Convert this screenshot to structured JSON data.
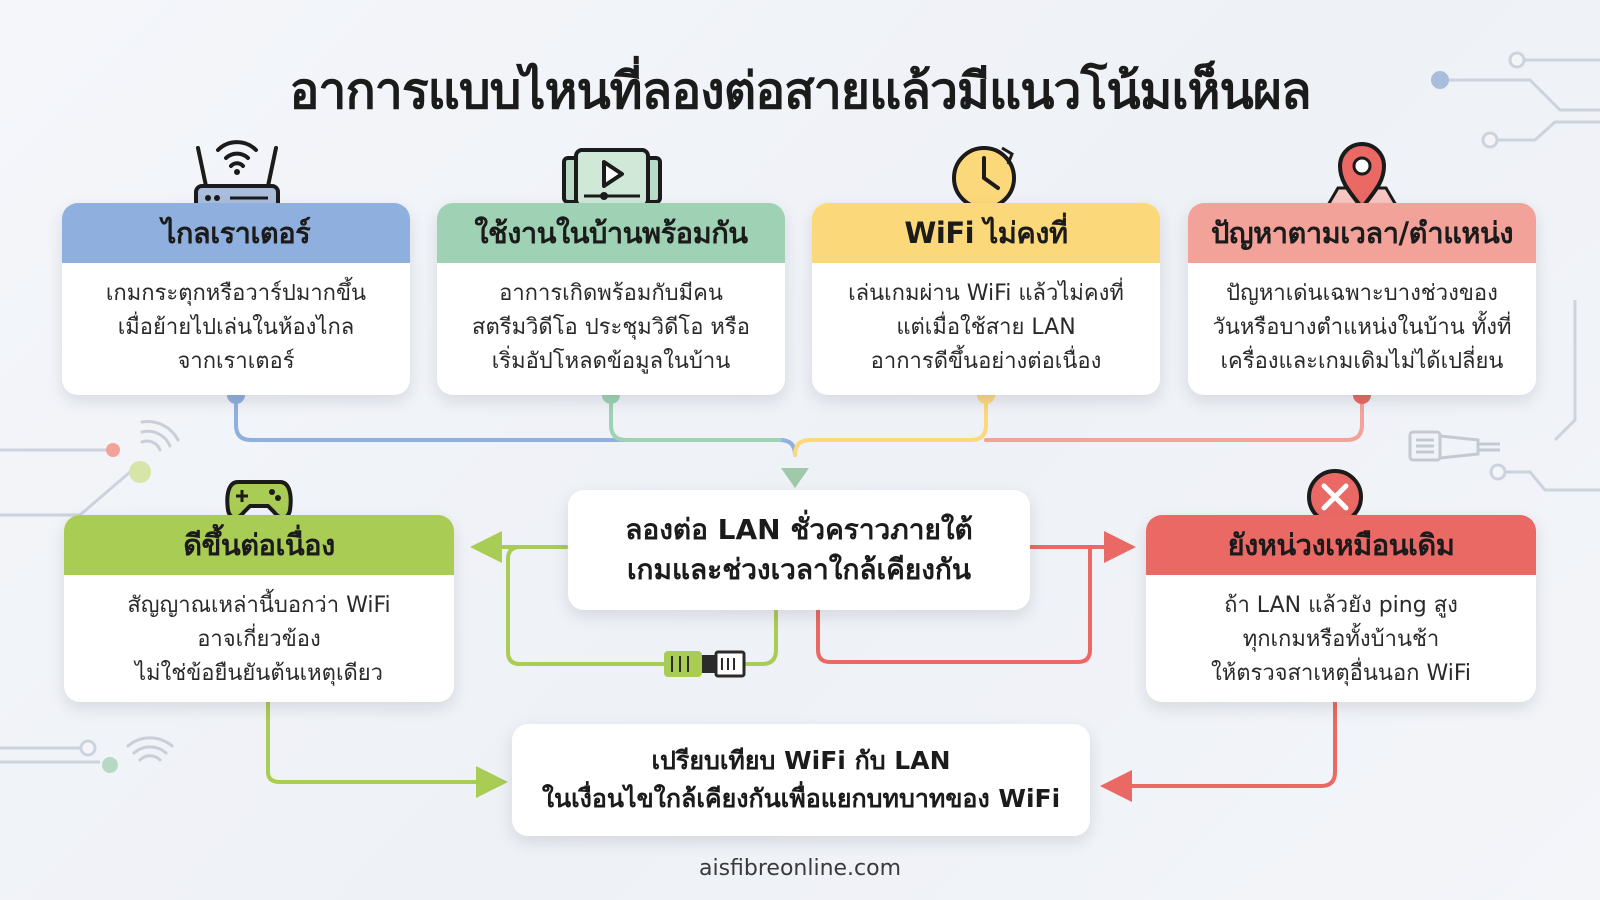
{
  "title": "อาการแบบไหนที่ลองต่อสายแล้วมีแนวโน้มเห็นผล",
  "colors": {
    "blue": "#8fb0de",
    "green": "#9fd2b4",
    "yellow": "#fbd97a",
    "red": "#f3a29a",
    "lime": "#a9cc55",
    "alert": "#ea6964"
  },
  "symptoms": [
    {
      "heading": "ไกลเราเตอร์",
      "icon": "wifi-router-icon",
      "color": "#8fb0de",
      "lines": [
        "เกมกระตุกหรือวาร์ปมากขึ้น",
        "เมื่อย้ายไปเล่นในห้องไกล",
        "จากเราเตอร์"
      ]
    },
    {
      "heading": "ใช้งานในบ้านพร้อมกัน",
      "icon": "video-stream-icon",
      "color": "#9fd2b4",
      "lines": [
        "อาการเกิดพร้อมกับมีคน",
        "สตรีมวิดีโอ ประชุมวิดีโอ หรือ",
        "เริ่มอัปโหลดข้อมูลในบ้าน"
      ]
    },
    {
      "heading": "WiFi ไม่คงที่",
      "icon": "clock-icon",
      "color": "#fbd97a",
      "lines": [
        "เล่นเกมผ่าน WiFi แล้วไม่คงที่",
        "แต่เมื่อใช้สาย LAN",
        "อาการดีขึ้นอย่างต่อเนื่อง"
      ]
    },
    {
      "heading": "ปัญหาตามเวลา/ตำแหน่ง",
      "icon": "map-pin-icon",
      "color": "#f3a29a",
      "lines": [
        "ปัญหาเด่นเฉพาะบางช่วงของ",
        "วันหรือบางตำแหน่งในบ้าน ทั้งที่",
        "เครื่องและเกมเดิมไม่ได้เปลี่ยน"
      ]
    }
  ],
  "test": {
    "lines": [
      "ลองต่อ LAN ชั่วคราวภายใต้",
      "เกมและช่วงเวลาใกล้เคียงกัน"
    ]
  },
  "better": {
    "heading": "ดีขึ้นต่อเนื่อง",
    "icon": "gamepad-icon",
    "lines": [
      "สัญญาณเหล่านี้บอกว่า WiFi",
      "อาจเกี่ยวข้อง",
      "ไม่ใช่ข้อยืนยันต้นเหตุเดียว"
    ]
  },
  "same": {
    "heading": "ยังหน่วงเหมือนเดิม",
    "icon": "x-circle-icon",
    "lines": [
      "ถ้า LAN แล้วยัง ping สูง",
      "ทุกเกมหรือทั้งบ้านช้า",
      "ให้ตรวจสาเหตุอื่นนอก WiFi"
    ]
  },
  "compare": {
    "lines": [
      "เปรียบเทียบ WiFi กับ LAN",
      "ในเงื่อนไขใกล้เคียงกันเพื่อแยกบทบาทของ WiFi"
    ]
  },
  "footer": "aisfibreonline.com"
}
